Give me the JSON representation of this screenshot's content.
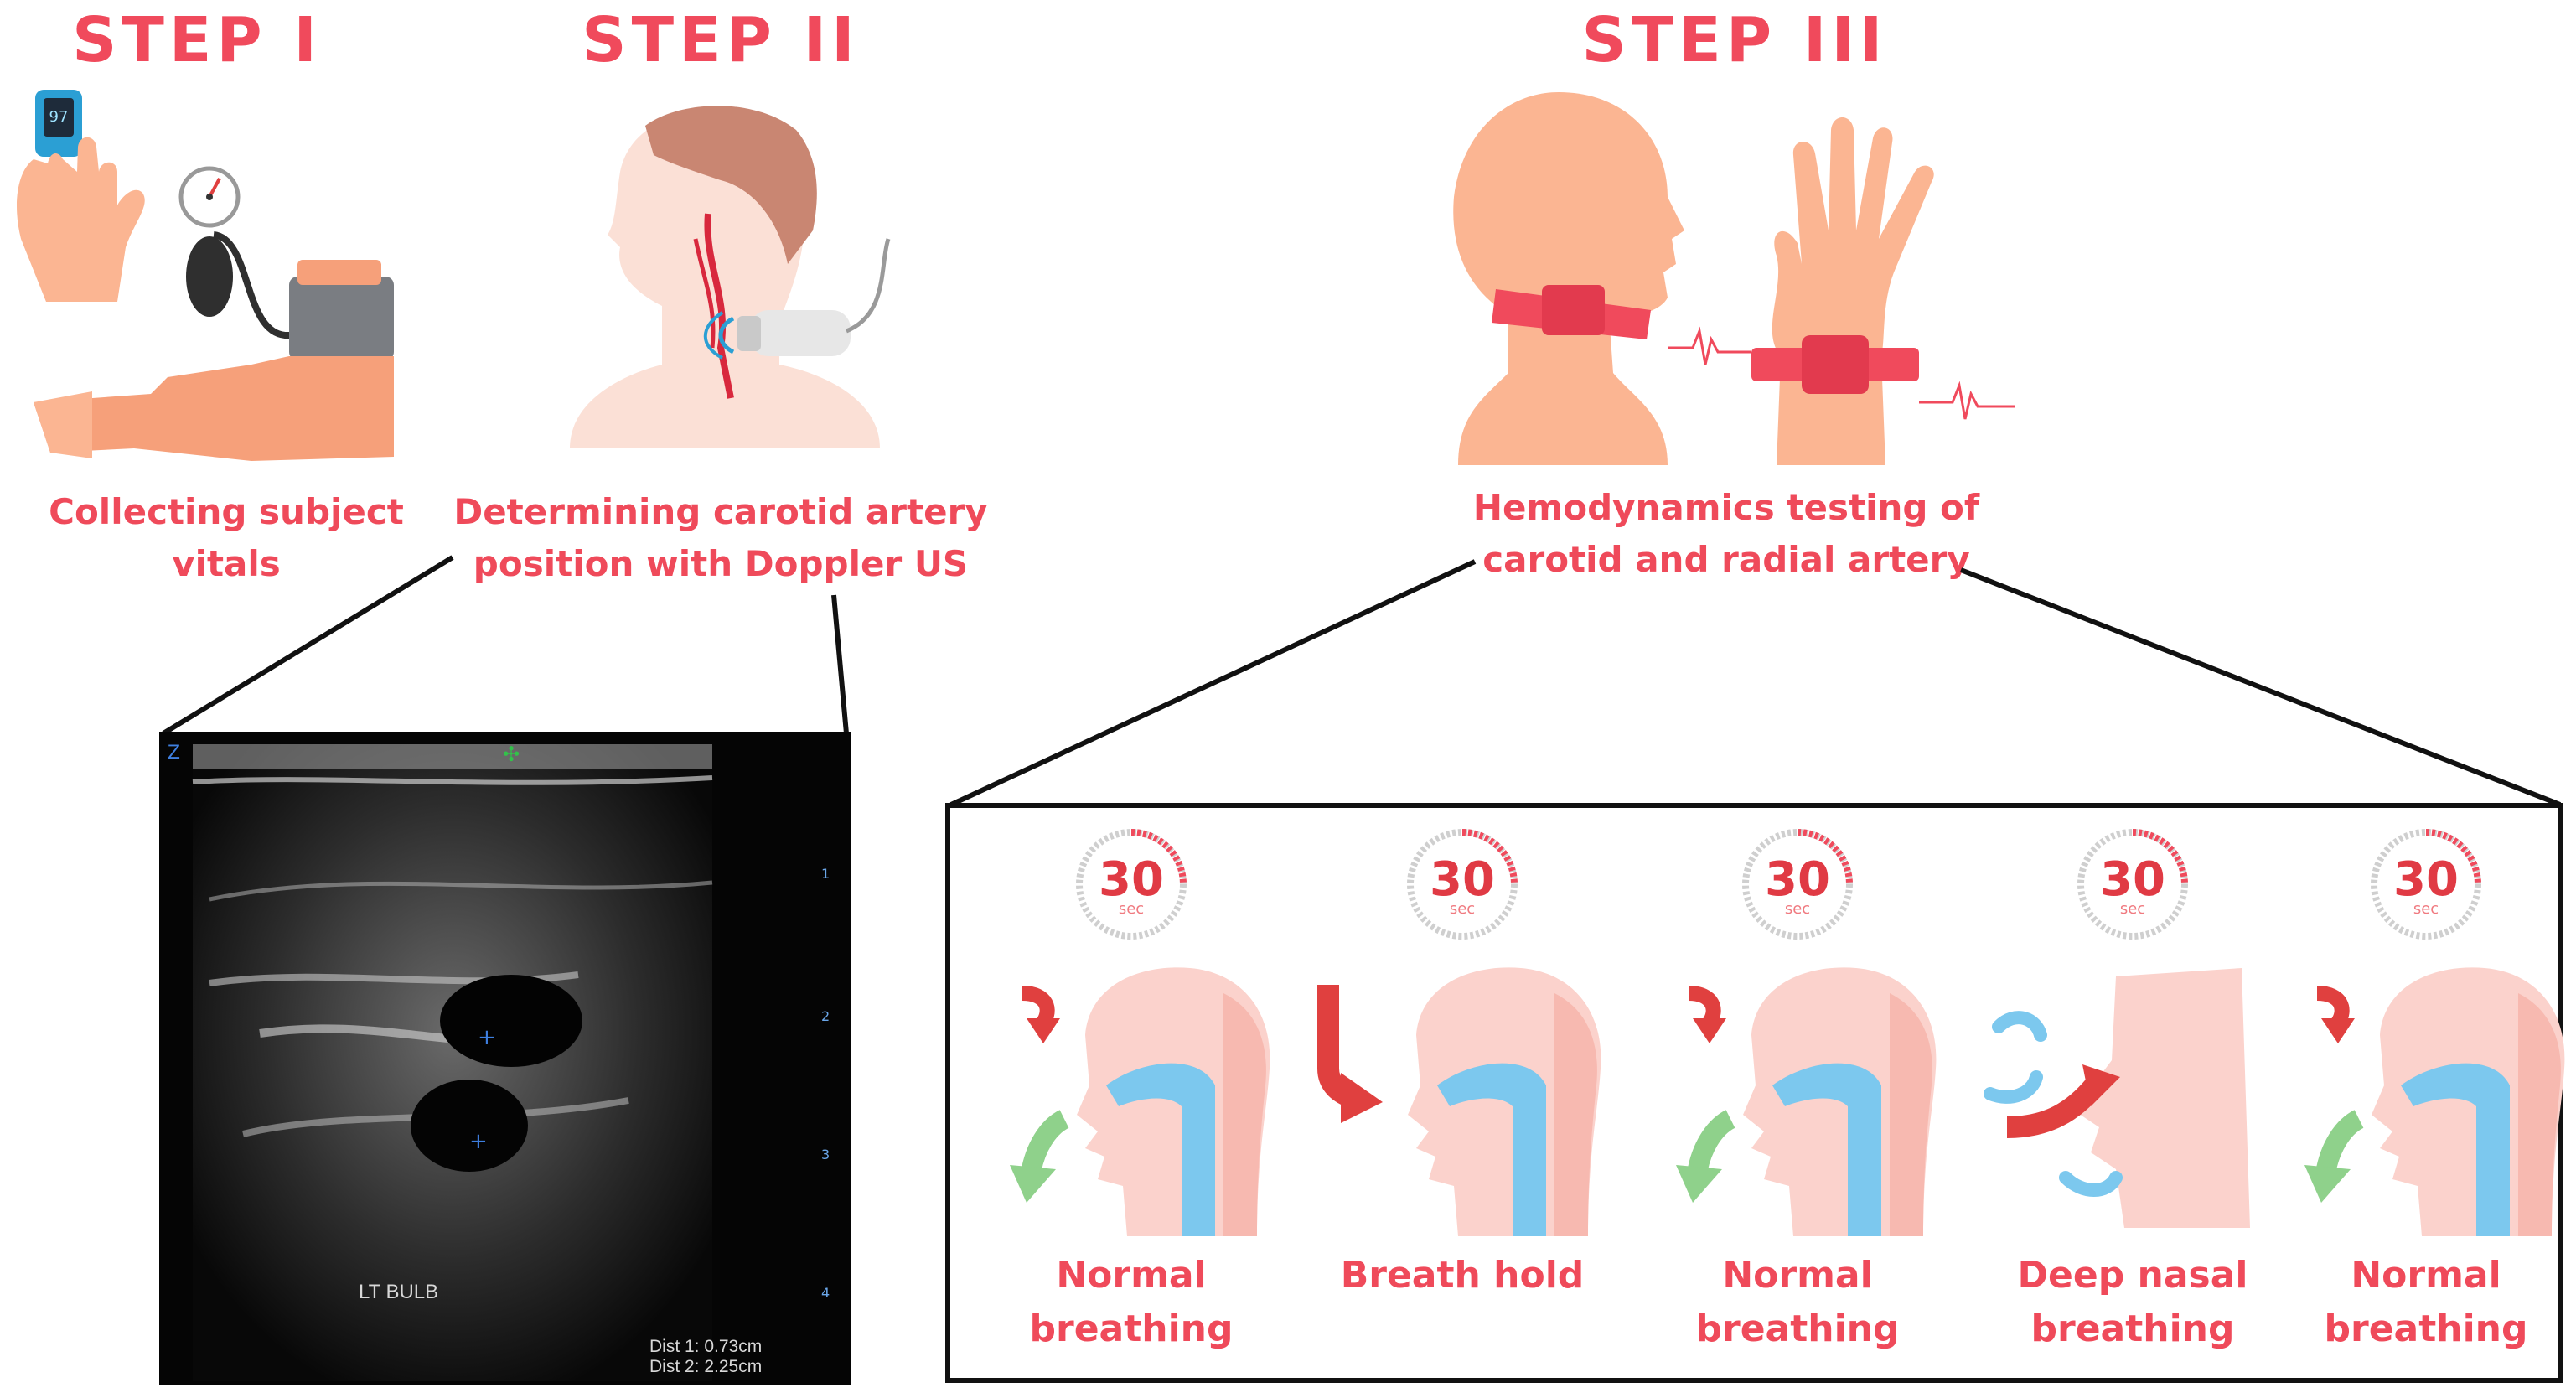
{
  "steps": [
    {
      "title": "STEP I",
      "caption_line1": "Collecting subject",
      "caption_line2": "vitals"
    },
    {
      "title": "STEP II",
      "caption_line1": "Determining carotid artery",
      "caption_line2": "position with Doppler US"
    },
    {
      "title": "STEP III",
      "caption_line1": "Hemodynamics testing of",
      "caption_line2": "carotid and radial artery"
    }
  ],
  "ultrasound": {
    "label": "LT BULB",
    "dist1": "Dist 1: 0.73cm",
    "dist2": "Dist 2: 2.25cm",
    "depth_marks": [
      "1",
      "2",
      "3",
      "4"
    ]
  },
  "protocol": {
    "timer_value": "30",
    "timer_unit": "sec",
    "phases": [
      {
        "line1": "Normal",
        "line2": "breathing"
      },
      {
        "line1": "Breath hold",
        "line2": ""
      },
      {
        "line1": "Normal",
        "line2": "breathing"
      },
      {
        "line1": "Deep nasal",
        "line2": "breathing"
      },
      {
        "line1": "Normal",
        "line2": "breathing"
      }
    ]
  },
  "colors": {
    "accent_red": "#f04a5c",
    "skin": "#fbb592",
    "head_pink": "#fbd2cc",
    "airway_blue": "#7cc8ee",
    "arrow_green": "#8fd18b",
    "arrow_red": "#e0403f"
  }
}
